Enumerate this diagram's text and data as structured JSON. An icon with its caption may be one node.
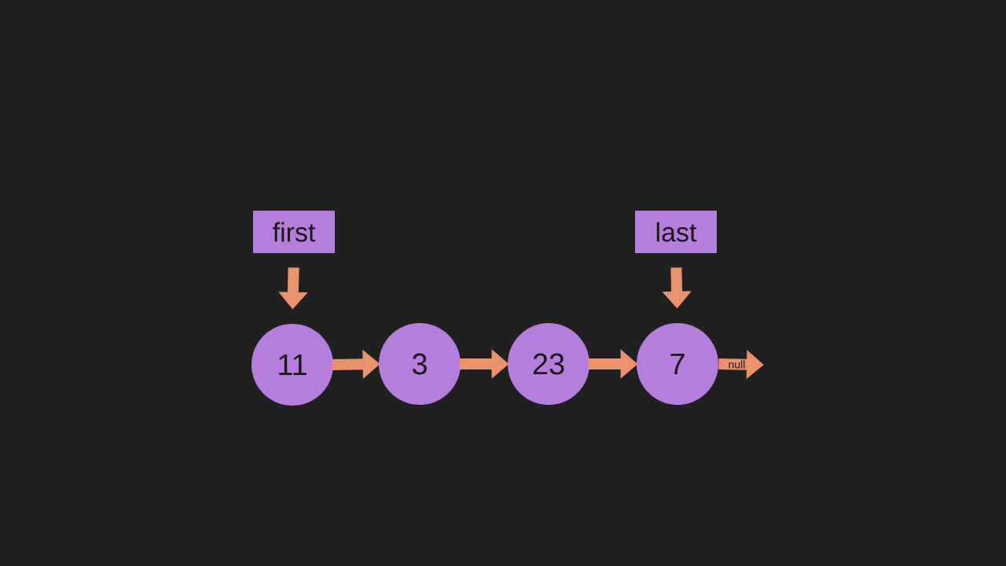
{
  "diagram": {
    "nodes": [
      {
        "text": [
          "first"
        ]
      },
      {
        "text": [
          "last"
        ]
      },
      {
        "text": [
          "11"
        ]
      },
      {
        "text": [
          "3"
        ]
      },
      {
        "text": [
          "23"
        ]
      },
      {
        "text": [
          "7"
        ]
      }
    ],
    "edges": [
      {
        "from": 0,
        "to": 2,
        "arrow": "to"
      },
      {
        "from": 1,
        "to": 5,
        "arrow": "to"
      },
      {
        "from": 2,
        "to": 3,
        "arrow": "to"
      },
      {
        "from": 3,
        "to": 4,
        "arrow": "to"
      },
      {
        "from": 4,
        "to": 5,
        "arrow": "to"
      },
      {
        "from": 5,
        "to": null,
        "arrow": "to",
        "label": "null"
      }
    ]
  }
}
